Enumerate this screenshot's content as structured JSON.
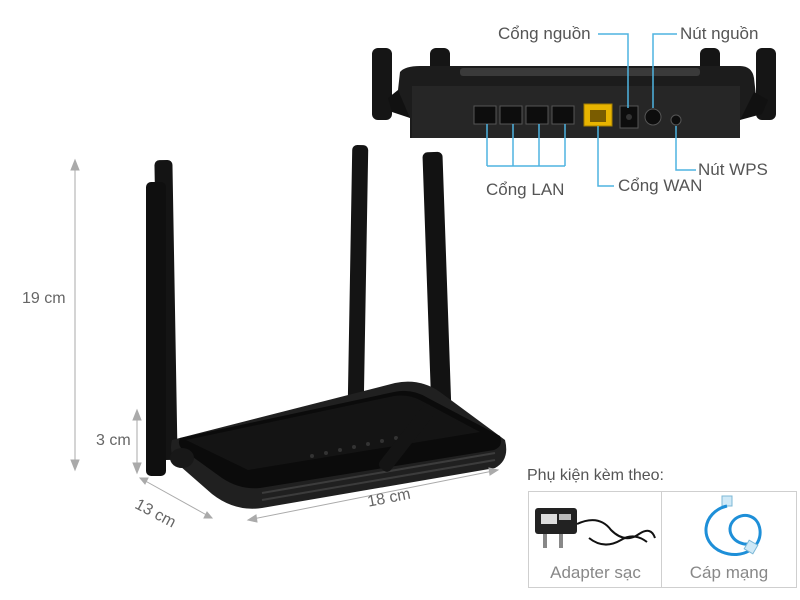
{
  "ports": {
    "power_port": "Cổng nguồn",
    "power_button": "Nút nguồn",
    "lan_port": "Cổng LAN",
    "wan_port": "Cổng WAN",
    "wps_button": "Nút WPS"
  },
  "dimensions": {
    "height": "19 cm",
    "thickness": "3 cm",
    "depth": "13 cm",
    "width": "18 cm"
  },
  "accessories": {
    "heading": "Phụ kiện kèm theo:",
    "items": [
      {
        "label": "Adapter sạc",
        "icon": "power-adapter-icon"
      },
      {
        "label": "Cáp mạng",
        "icon": "network-cable-icon"
      }
    ]
  },
  "colors": {
    "router_body": "#1a1a1a",
    "wan_port": "#e8b400",
    "callout_line": "#4fb3e0",
    "cable": "#1e8fd8"
  }
}
